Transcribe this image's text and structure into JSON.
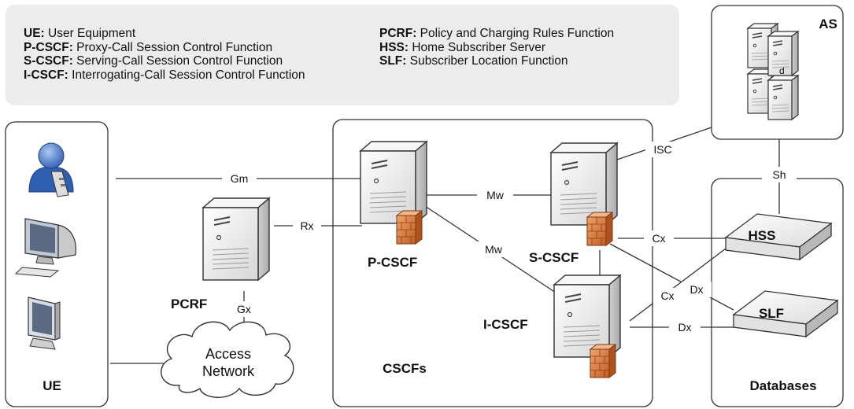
{
  "legend": {
    "left": [
      {
        "abbr": "UE:",
        "full": "User Equipment"
      },
      {
        "abbr": "P-CSCF:",
        "full": "Proxy-Call Session Control Function"
      },
      {
        "abbr": "S-CSCF:",
        "full": "Serving-Call Session Control Function"
      },
      {
        "abbr": "I-CSCF:",
        "full": "Interrogating-Call Session Control Function"
      }
    ],
    "right": [
      {
        "abbr": "PCRF:",
        "full": "Policy and Charging Rules Function"
      },
      {
        "abbr": "HSS:",
        "full": "Home Subscriber Server"
      },
      {
        "abbr": "SLF:",
        "full": "Subscriber Location Function"
      }
    ]
  },
  "groups": {
    "ue": "UE",
    "cscfs": "CSCFs",
    "databases": "Databases",
    "as": "AS"
  },
  "nodes": {
    "pcrf": "PCRF",
    "pcscf": "P-CSCF",
    "scscf": "S-CSCF",
    "icscf": "I-CSCF",
    "hss": "HSS",
    "slf": "SLF",
    "access_network_line1": "Access",
    "access_network_line2": "Network",
    "as_badge": "d"
  },
  "interfaces": {
    "gm": "Gm",
    "rx": "Rx",
    "gx": "Gx",
    "mw_top": "Mw",
    "mw_bottom": "Mw",
    "isc": "ISC",
    "sh": "Sh",
    "cx_s": "Cx",
    "cx_i": "Cx",
    "dx_s": "Dx",
    "dx_i": "Dx"
  },
  "colors": {
    "legend_bg": "#ececec",
    "server_body": "#eeeeee",
    "firewall": "#d9773a",
    "user_icon": "#4a78c2"
  }
}
